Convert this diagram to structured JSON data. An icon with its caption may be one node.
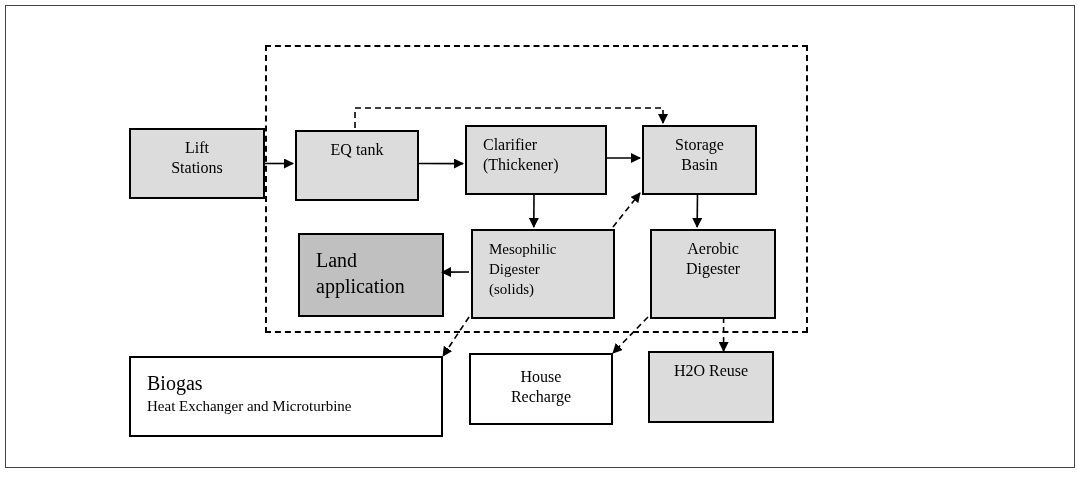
{
  "diagram": {
    "nodes": [
      {
        "text": [],
        "shape": "box"
      },
      {
        "text": [
          "Lift Stations"
        ]
      },
      {
        "text": [
          "EQ tank"
        ],
        "in": 0
      },
      {
        "text": [
          "Clarifier (Thickener)"
        ],
        "in": 0
      },
      {
        "text": [
          "Storage Basin"
        ],
        "in": 0
      },
      {
        "text": [
          "Land application"
        ],
        "in": 0
      },
      {
        "text": [
          "Mesophilic Digester (solids)"
        ],
        "in": 0
      },
      {
        "text": [
          "Aerobic Digester"
        ],
        "in": 0
      },
      {
        "text": [
          "Biogas",
          "Heat Exchanger and Microturbine"
        ]
      },
      {
        "text": [
          "House Recharge"
        ]
      },
      {
        "text": [
          "H2O Reuse"
        ]
      }
    ],
    "edges": [
      {
        "from": 1,
        "to": 2,
        "arrow": "to"
      },
      {
        "from": 2,
        "to": 4,
        "arrow": "to",
        "style": "dashed"
      },
      {
        "from": 2,
        "to": 3,
        "arrow": "to"
      },
      {
        "from": 3,
        "to": 4,
        "arrow": "to"
      },
      {
        "from": 3,
        "to": 6,
        "arrow": "to"
      },
      {
        "from": 6,
        "to": 4,
        "arrow": "to",
        "style": "dashed"
      },
      {
        "from": 6,
        "to": 5,
        "arrow": "to"
      },
      {
        "from": 4,
        "to": 7,
        "arrow": "to"
      },
      {
        "from": 6,
        "to": 8,
        "arrow": "to",
        "style": "dashed"
      },
      {
        "from": 7,
        "to": 9,
        "arrow": "to",
        "style": "dashed"
      },
      {
        "from": 7,
        "to": 10,
        "arrow": "to",
        "style": "dashed"
      }
    ]
  }
}
